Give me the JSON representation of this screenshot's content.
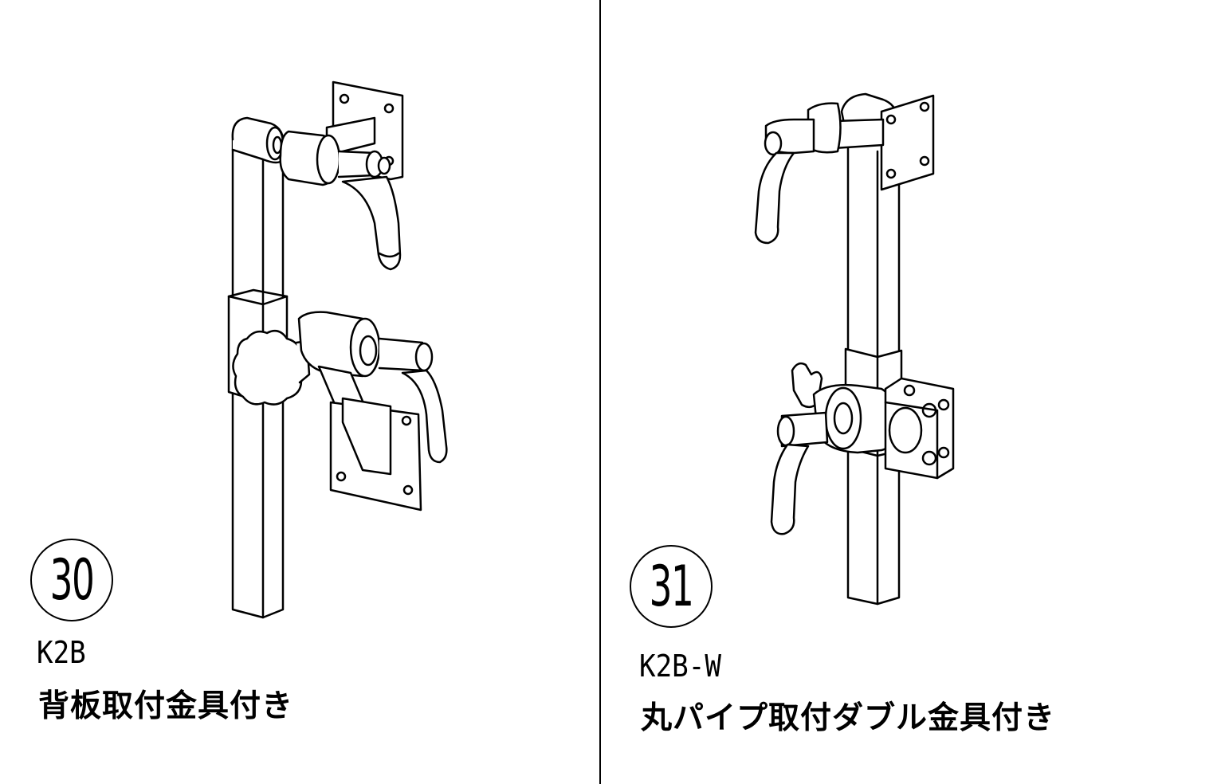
{
  "items": [
    {
      "number": "30",
      "model": "K2B",
      "description": "背板取付金具付き"
    },
    {
      "number": "31",
      "model": "K2B-W",
      "description": "丸パイプ取付ダブル金具付き"
    }
  ]
}
